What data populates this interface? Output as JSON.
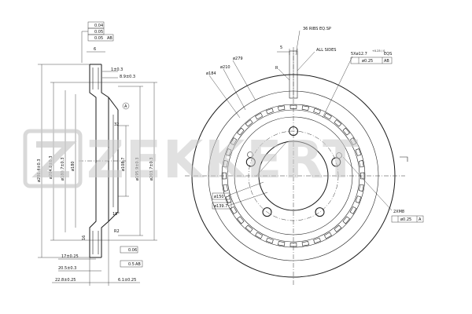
{
  "brand": {
    "watermark_text": "ZEKKERT",
    "watermark_color": "#c9c9c9"
  },
  "side_view": {
    "tol_frame_top": [
      "0.04",
      "0.05",
      "0.05"
    ],
    "tol_frame_top_extra": "AB",
    "dim_6": "6",
    "dim_1_0_3": "1±0.3",
    "dim_8_9_0_3": "8.9±0.3",
    "datum_a": "A",
    "angle_32": "32",
    "angle_18": "18°",
    "d_286": "ø286.4±0.3",
    "d_204": "ø204.8±0.3",
    "d_180_7": "ø180.7±0.3",
    "d_180": "ø180",
    "d_108": "ø108.7",
    "d_195_9": "ø195.9±0.3",
    "d_203_7": "ø203.7±0.3",
    "r2": "R2",
    "dim_16": "16",
    "tol_frame_bottom": [
      "0.06",
      "0.5",
      "AB"
    ],
    "dim_17": "17±0.25",
    "dim_20_5": "20.5±0.3",
    "dim_22_8": "22.8±0.25",
    "dim_6_1": "6.1±0.25"
  },
  "front_view": {
    "ribs_note": "36 RIBS EQ.SP",
    "all_sides": "ALL SIDES",
    "hole_note": "5Xø12.7",
    "hole_tol": "+0.25 / 0",
    "hole_eqs": "EQS",
    "hole_pos_tol": "ø0.25",
    "hole_pos_ref": "AB",
    "dim_5": "5",
    "r_label": "R",
    "d_279": "ø279",
    "d_210": "ø210",
    "d_184": "ø184",
    "pcd_139_7": "ø139.7",
    "d_139_7_box": "ø139.7",
    "d_150": "ø150",
    "m8_note": "2XM8",
    "m8_tol": "ø0.25",
    "m8_ref": "A"
  }
}
